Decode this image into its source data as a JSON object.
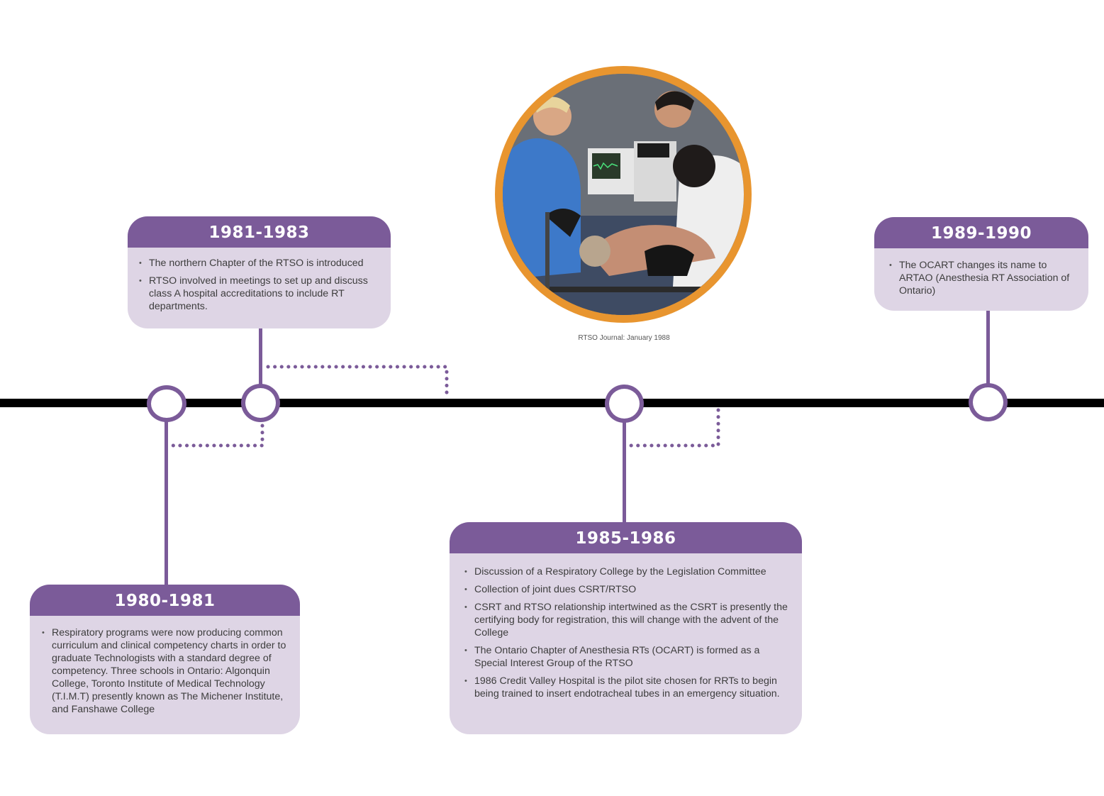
{
  "colors": {
    "accent": "#7b5b99",
    "card_background": "#ded5e5",
    "timeline": "#000000",
    "photo_ring": "#e8952f"
  },
  "photo": {
    "icon": "photo-emergency-team-image",
    "alt": "Medical team performing emergency intubation on patient, 1980s",
    "caption": "RTSO Journal: January 1988"
  },
  "events": [
    {
      "period": "1980-1981",
      "items": [
        "Respiratory programs were now producing common curriculum and clinical competency charts in order to graduate Technologists with a standard degree of competency.  Three schools in Ontario: Algonquin College, Toronto Institute of Medical Technology (T.I.M.T) presently known as The Michener Institute, and Fanshawe College"
      ]
    },
    {
      "period": "1981-1983",
      "items": [
        "The northern Chapter of the RTSO is introduced",
        "RTSO involved in meetings to set up and discuss class A hospital accreditations to include RT departments."
      ]
    },
    {
      "period": "1985-1986",
      "items": [
        "Discussion of a Respiratory College by the Legislation Committee",
        "Collection of joint dues CSRT/RTSO",
        "CSRT and RTSO relationship intertwined as the CSRT is presently the certifying body for registration, this will change with the advent of the College",
        "The Ontario Chapter of Anesthesia RTs (OCART) is formed as a Special Interest Group of the RTSO",
        "1986 Credit Valley Hospital is the pilot site chosen for RRTs to begin being trained to insert endotracheal tubes in an emergency situation."
      ]
    },
    {
      "period": "1989-1990",
      "items": [
        "The OCART changes its name to ARTAO (Anesthesia RT Association of Ontario)"
      ]
    }
  ]
}
